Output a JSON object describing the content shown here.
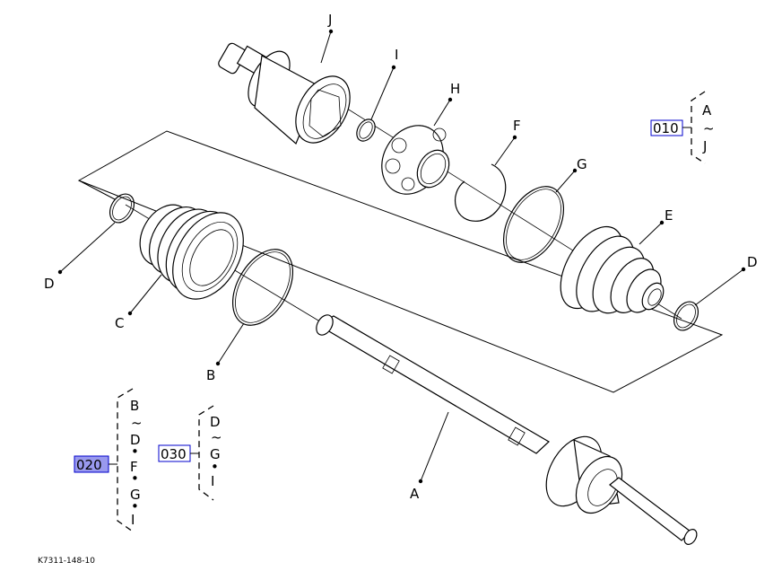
{
  "diagram": {
    "title_code": "K7311-148-10",
    "part_labels": {
      "A": "A",
      "B": "B",
      "C": "C",
      "D_left": "D",
      "D_right": "D",
      "E": "E",
      "F": "F",
      "G": "G",
      "H": "H",
      "I": "I",
      "J": "J"
    },
    "ref_groups": [
      {
        "code": "010",
        "highlighted": false,
        "items": [
          "A",
          "~",
          "J"
        ]
      },
      {
        "code": "020",
        "highlighted": true,
        "items": [
          "B",
          "~",
          "D",
          "•",
          "F",
          "•",
          "G",
          "•",
          "I"
        ]
      },
      {
        "code": "030",
        "highlighted": false,
        "items": [
          "D",
          "~",
          "G",
          "•",
          "I"
        ]
      }
    ],
    "colors": {
      "ref_box_border": "#0000cc",
      "ref_box_highlight_fill": "#9999ee",
      "line": "#000000",
      "background": "#ffffff"
    }
  }
}
